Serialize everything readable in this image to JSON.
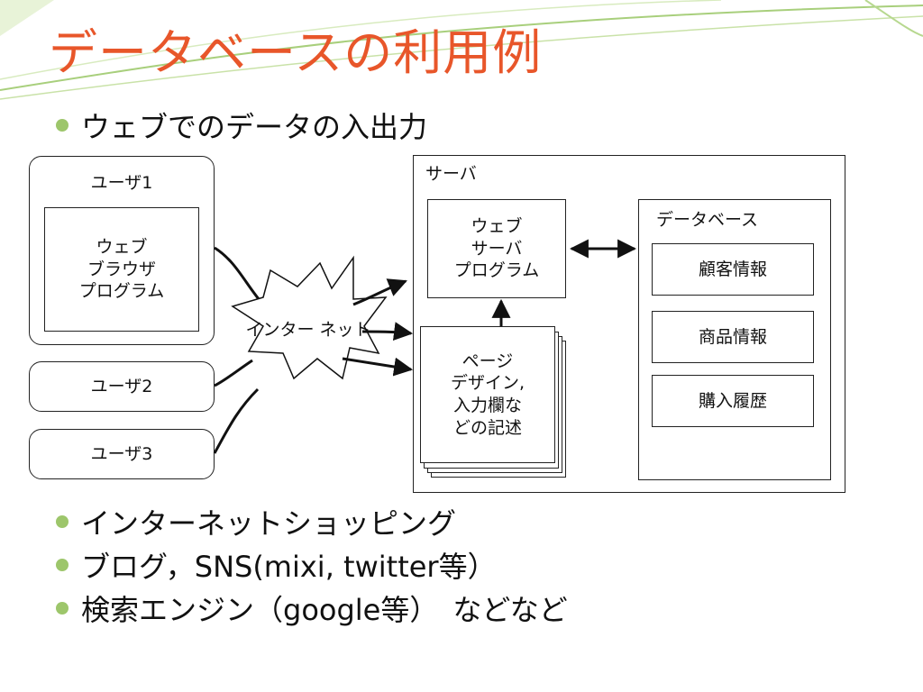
{
  "slide": {
    "title": "データベースの利用例",
    "bullet_top": "ウェブでのデータの入出力",
    "bullets_bottom": [
      "インターネットショッピング",
      "ブログ，SNS(mixi, twitter等）",
      "検索エンジン（google等）　などなど"
    ]
  },
  "diagram": {
    "user1": {
      "label": "ユーザ1",
      "program": "ウェブ\nブラウザ\nプログラム"
    },
    "user2": {
      "label": "ユーザ2"
    },
    "user3": {
      "label": "ユーザ3"
    },
    "internet": "インター\nネット",
    "server": {
      "label": "サーバ",
      "web_program": "ウェブ\nサーバ\nプログラム",
      "page_design": "ページ\nデザイン,\n入力欄な\nどの記述"
    },
    "database": {
      "label": "データベース",
      "tables": [
        "顧客情報",
        "商品情報",
        "購入履歴"
      ]
    }
  },
  "colors": {
    "title": "#e8562a",
    "bullet": "#9dc66b",
    "decoration": "#a8cf7c"
  }
}
